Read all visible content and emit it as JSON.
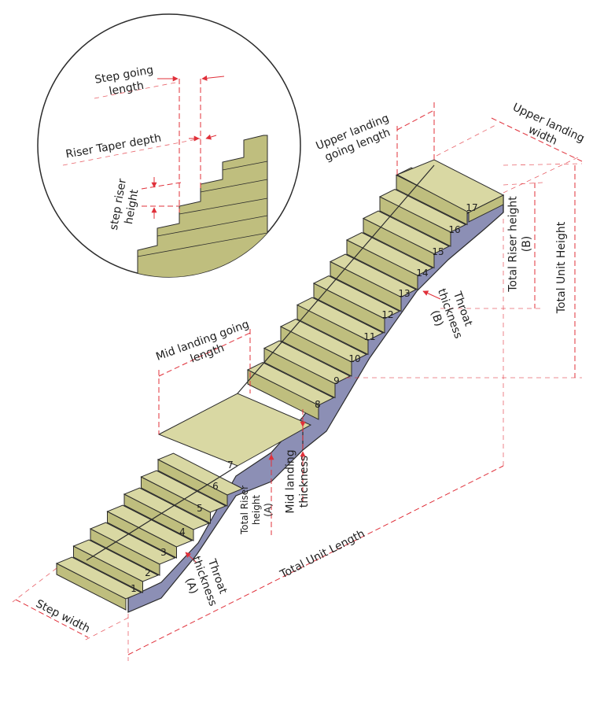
{
  "colors": {
    "tread": "#d9d8a3",
    "riser": "#bfbe7e",
    "soffit": "#8c8fb5",
    "dimension": "#e0303a",
    "outline": "#2b2b2b"
  },
  "detail": {
    "step_going_length": "Step going\nlength",
    "riser_taper_depth": "Riser Taper depth",
    "step_riser_height": "step riser\nheight"
  },
  "labels": {
    "upper_landing_going_length": "Upper landing\ngoing length",
    "upper_landing_width": "Upper landing\nwidth",
    "total_riser_height_b": "Total Riser height\n(B)",
    "total_unit_height": "Total Unit Height",
    "throat_thickness_b": "Throat\nthickness\n(B)",
    "mid_landing_going_length": "Mid landing going\nlength",
    "total_riser_height_a": "Total Riser\nheight\n(A)",
    "mid_landing_thickness": "Mid landing\nthickness",
    "total_unit_length": "Total Unit Length",
    "throat_thickness_a": "Throat\nthickness\n(A)",
    "step_width": "Step width"
  },
  "step_numbers": [
    "1",
    "2",
    "3",
    "4",
    "5",
    "6",
    "7",
    "8",
    "9",
    "10",
    "11",
    "12",
    "13",
    "14",
    "15",
    "16",
    "17"
  ]
}
